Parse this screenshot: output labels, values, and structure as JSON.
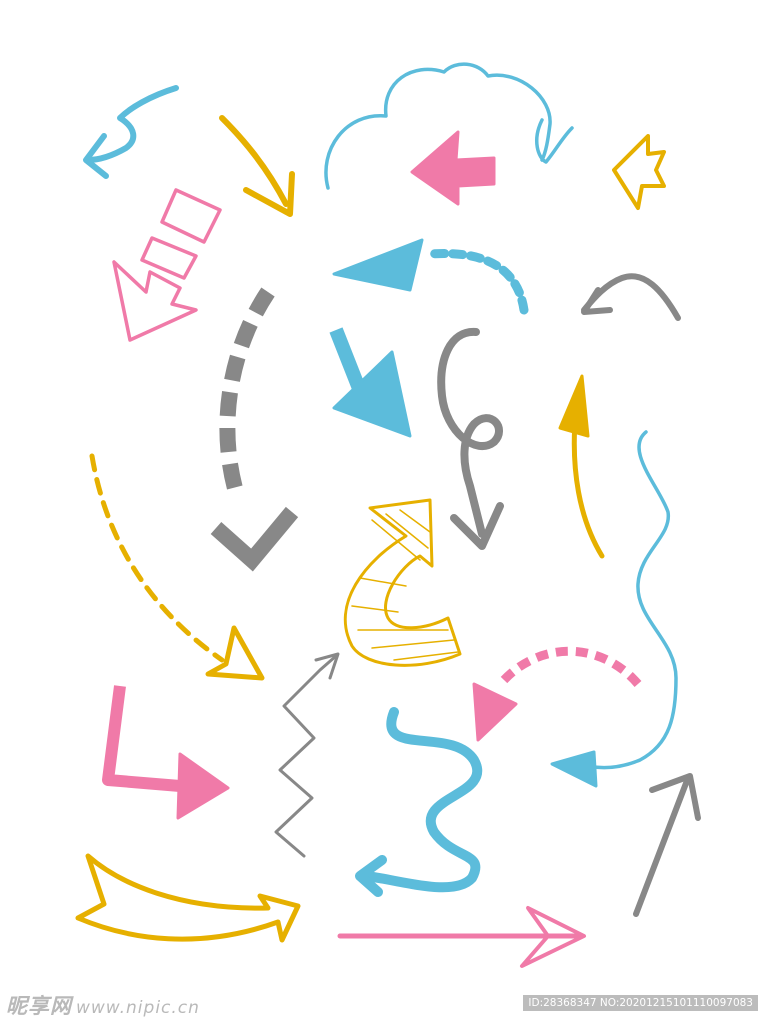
{
  "palette": {
    "blue": "#5cbcdb",
    "yellow": "#e6b000",
    "pink": "#f07aa8",
    "gray": "#888888",
    "background": "#ffffff"
  },
  "arrows": [
    {
      "name": "blue-zigzag-left-arrow",
      "color": "blue"
    },
    {
      "name": "yellow-down-right-arrow",
      "color": "yellow"
    },
    {
      "name": "blue-cloud-loop-arrow",
      "color": "blue"
    },
    {
      "name": "pink-left-arrow",
      "color": "pink"
    },
    {
      "name": "yellow-small-left-arrow",
      "color": "yellow"
    },
    {
      "name": "pink-segmented-down-left-arrow",
      "color": "pink"
    },
    {
      "name": "blue-dashed-curved-left-arrow",
      "color": "blue"
    },
    {
      "name": "gray-curved-left-hook-arrow",
      "color": "gray"
    },
    {
      "name": "gray-dashed-arc-down-arrow",
      "color": "gray"
    },
    {
      "name": "blue-down-right-arrow",
      "color": "blue"
    },
    {
      "name": "gray-loop-down-arrow",
      "color": "gray"
    },
    {
      "name": "yellow-up-arrow",
      "color": "yellow"
    },
    {
      "name": "blue-wavy-down-left-arrow",
      "color": "blue"
    },
    {
      "name": "yellow-dashed-curved-arrow",
      "color": "yellow"
    },
    {
      "name": "yellow-hatched-c-arrow",
      "color": "yellow"
    },
    {
      "name": "pink-dashed-curved-down-arrow",
      "color": "pink"
    },
    {
      "name": "pink-l-shaped-right-arrow",
      "color": "pink"
    },
    {
      "name": "gray-zigzag-up-arrow",
      "color": "gray"
    },
    {
      "name": "blue-squiggle-left-arrow",
      "color": "blue"
    },
    {
      "name": "gray-up-right-arrow",
      "color": "gray"
    },
    {
      "name": "yellow-wide-curved-right-arrow",
      "color": "yellow"
    },
    {
      "name": "pink-long-right-arrow",
      "color": "pink"
    }
  ],
  "watermark": {
    "site_name": "昵享网",
    "site_url": "www.nipic.cn",
    "image_id": "ID:28368347 NO:20201215101110097083"
  }
}
